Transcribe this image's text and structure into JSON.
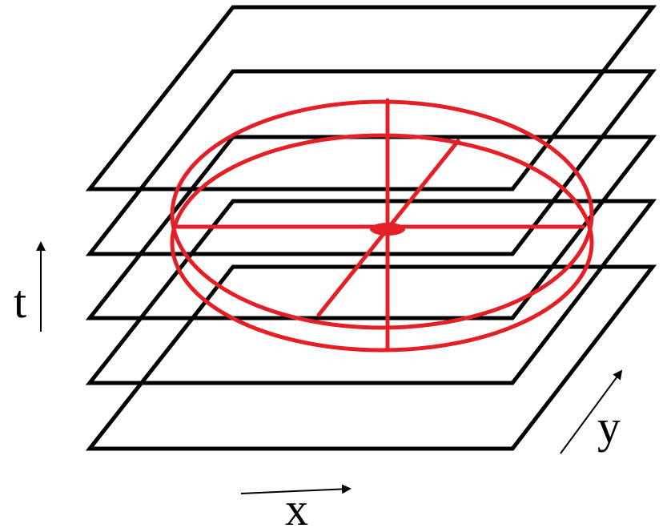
{
  "colors": {
    "planes": "#000000",
    "ellipsoid": "#e41f25",
    "background": "#ffffff"
  },
  "axes": {
    "t": "t",
    "x": "x",
    "y": "y"
  }
}
